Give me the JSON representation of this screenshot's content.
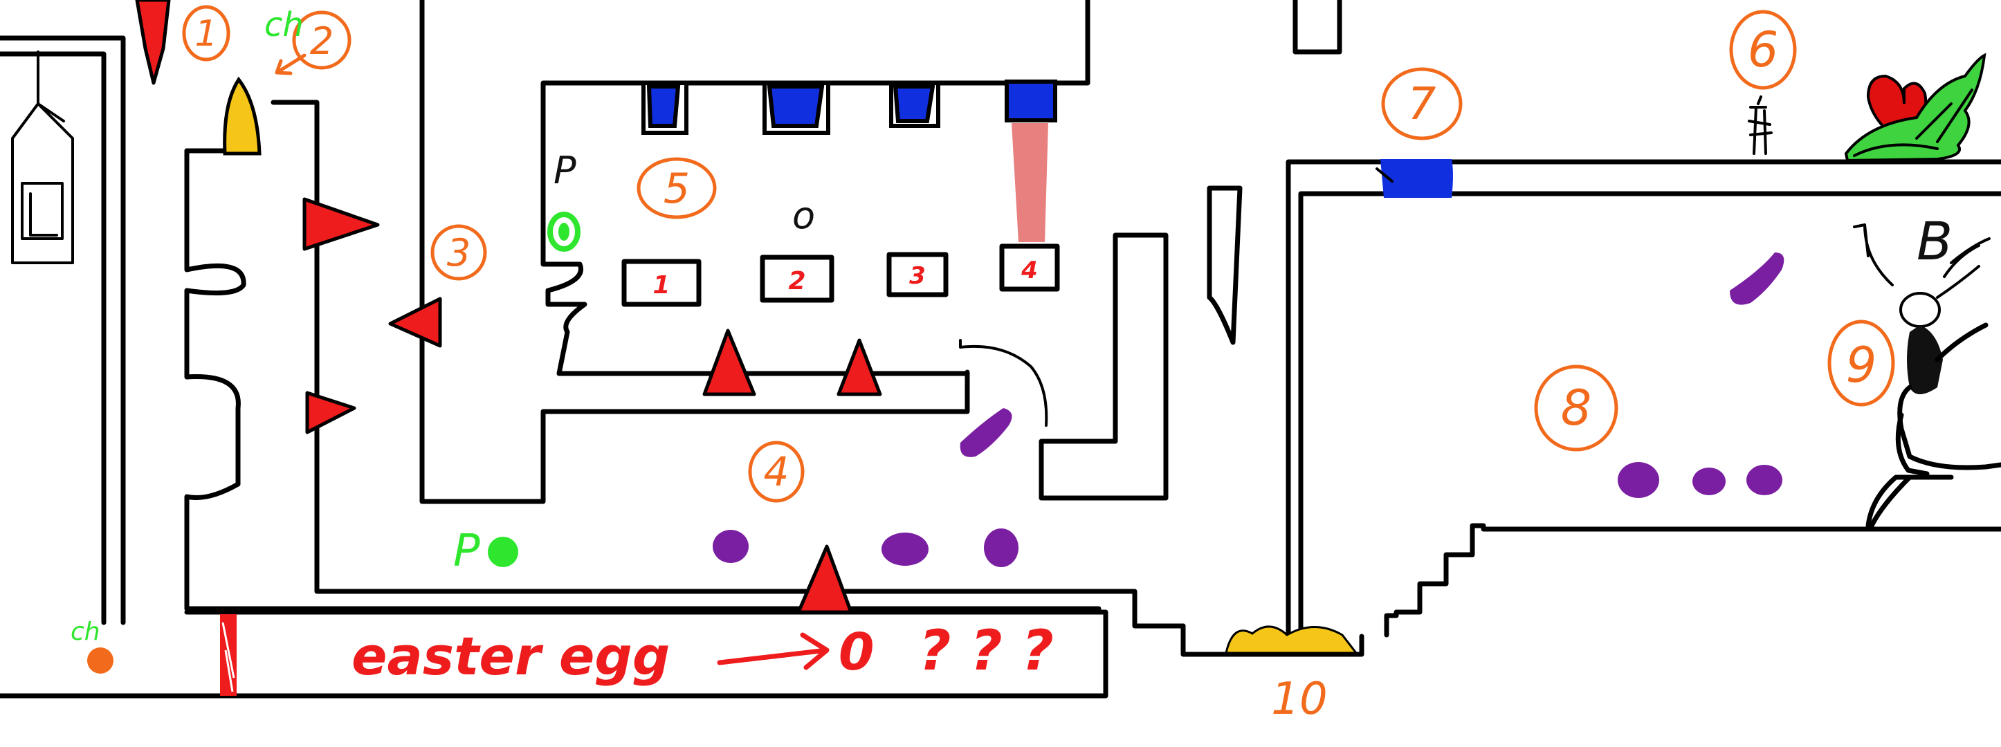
{
  "colors": {
    "wall": "#000000",
    "number_marker": "#f26a1b",
    "checkpoint": "#2ee62e",
    "spike": "#ee1c1c",
    "enemy": "#7a1fa2",
    "water_block": "#1030e0",
    "laser": "#e88080",
    "gold": "#f5c518",
    "heart": "#e01010"
  },
  "markers": {
    "m1": "1",
    "m2": "2",
    "m3": "3",
    "m4": "4",
    "m5": "5",
    "m6": "6",
    "m7": "7",
    "m8": "8",
    "m9": "9",
    "m10": "10"
  },
  "labels": {
    "checkpoint_top": "ch",
    "checkpoint_bottom": "ch",
    "p_room": "P",
    "p_floor": "P",
    "o_room": "o",
    "boss": "B",
    "easter_egg": "easter egg",
    "zero": "0",
    "question_marks": "? ? ?"
  },
  "puzzle_boxes": [
    "1",
    "2",
    "3",
    "4"
  ]
}
